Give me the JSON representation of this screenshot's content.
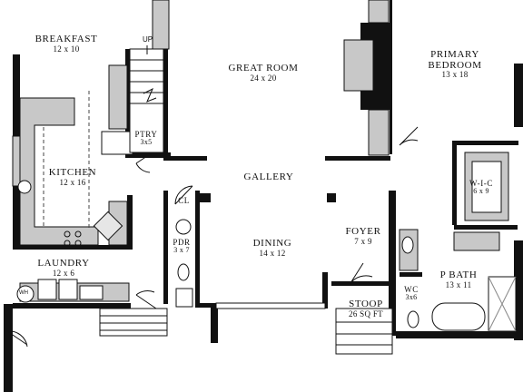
{
  "rooms": {
    "breakfast": {
      "name": "BREAKFAST",
      "dims": "12 x 10"
    },
    "great_room": {
      "name": "GREAT ROOM",
      "dims": "24 x 20"
    },
    "primary_bedroom": {
      "name": "PRIMARY BEDROOM",
      "dims": "13 x 18"
    },
    "pantry": {
      "name": "PTRY",
      "dims": "3x5"
    },
    "kitchen": {
      "name": "KITCHEN",
      "dims": "12 x 16"
    },
    "gallery": {
      "name": "GALLERY",
      "dims": ""
    },
    "closet": {
      "name": "CL",
      "dims": ""
    },
    "wic": {
      "name": "W-I-C",
      "dims": "6 x 9"
    },
    "powder": {
      "name": "PDR",
      "dims": "3 x 7"
    },
    "dining": {
      "name": "DINING",
      "dims": "14 x 12"
    },
    "foyer": {
      "name": "FOYER",
      "dims": "7 x 9"
    },
    "laundry": {
      "name": "LAUNDRY",
      "dims": "12 x 6"
    },
    "primary_bath": {
      "name": "P BATH",
      "dims": "13 x 11"
    },
    "wc": {
      "name": "WC",
      "dims": "3x6"
    },
    "stoop": {
      "name": "STOOP",
      "dims": "26 SQ FT"
    }
  },
  "annotations": {
    "stair_up": "UP",
    "water_heater": "WH"
  }
}
